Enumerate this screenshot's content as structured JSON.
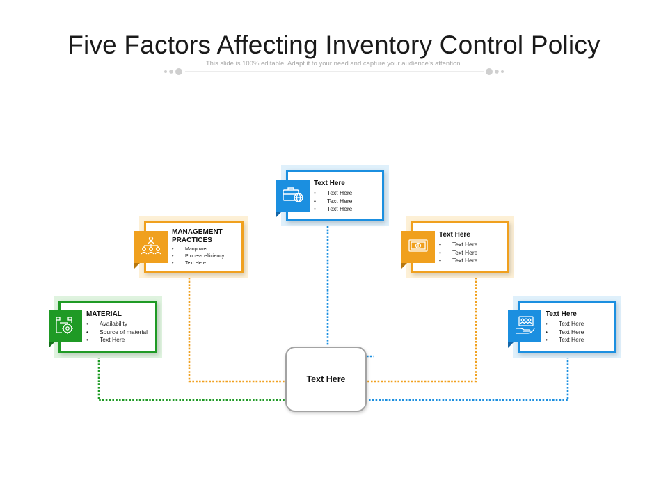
{
  "title": "Five Factors Affecting Inventory Control Policy",
  "subtitle": "This slide is 100% editable. Adapt it to your need and capture your audience's attention.",
  "center": {
    "label": "Text Here"
  },
  "colors": {
    "blue": "#1b8fe0",
    "orange": "#f0a01e",
    "green": "#1f9a25",
    "gray": "#a3a3a3"
  },
  "cards": {
    "top": {
      "heading": "Text Here",
      "items": [
        "Text Here",
        "Text Here",
        "Text Here"
      ],
      "icon": "briefcase-globe-icon"
    },
    "management": {
      "heading": "MANAGEMENT PRACTICES",
      "items": [
        "Manpower",
        "Process efficiency",
        "Text Here"
      ],
      "icon": "org-chart-icon"
    },
    "right_orange": {
      "heading": "Text Here",
      "items": [
        "Text Here",
        "Text Here",
        "Text Here"
      ],
      "icon": "money-bill-icon"
    },
    "material": {
      "heading": "MATERIAL",
      "items": [
        "Availability",
        "Source of material",
        "Text Here"
      ],
      "icon": "factory-gear-icon"
    },
    "right_blue": {
      "heading": "Text Here",
      "items": [
        "Text Here",
        "Text Here",
        "Text Here"
      ],
      "icon": "hand-people-icon"
    }
  }
}
